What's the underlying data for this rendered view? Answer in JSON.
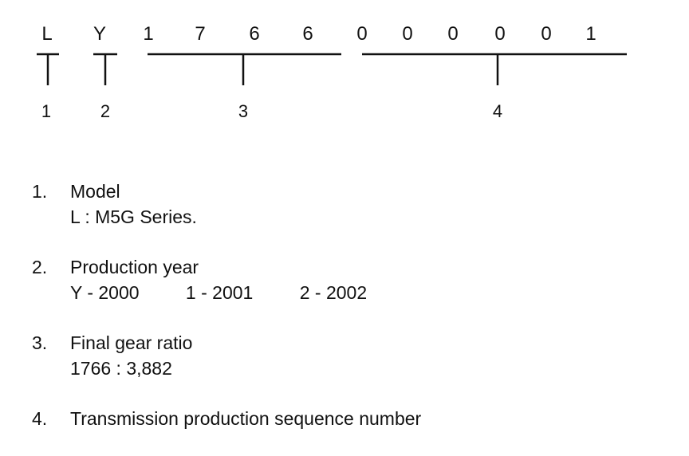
{
  "code": {
    "characters": [
      "L",
      "Y",
      "1",
      "7",
      "6",
      "6",
      "0",
      "0",
      "0",
      "0",
      "0",
      "1"
    ]
  },
  "callouts": [
    "1",
    "2",
    "3",
    "4"
  ],
  "legend": {
    "items": [
      {
        "number": "1.",
        "title": "Model",
        "detail": "L : M5G Series."
      },
      {
        "number": "2.",
        "title": "Production year",
        "options": [
          "Y - 2000",
          "1 - 2001",
          "2 - 2002"
        ]
      },
      {
        "number": "3.",
        "title": "Final gear ratio",
        "detail": "1766 : 3,882"
      },
      {
        "number": "4.",
        "title": "Transmission production sequence number"
      }
    ]
  }
}
